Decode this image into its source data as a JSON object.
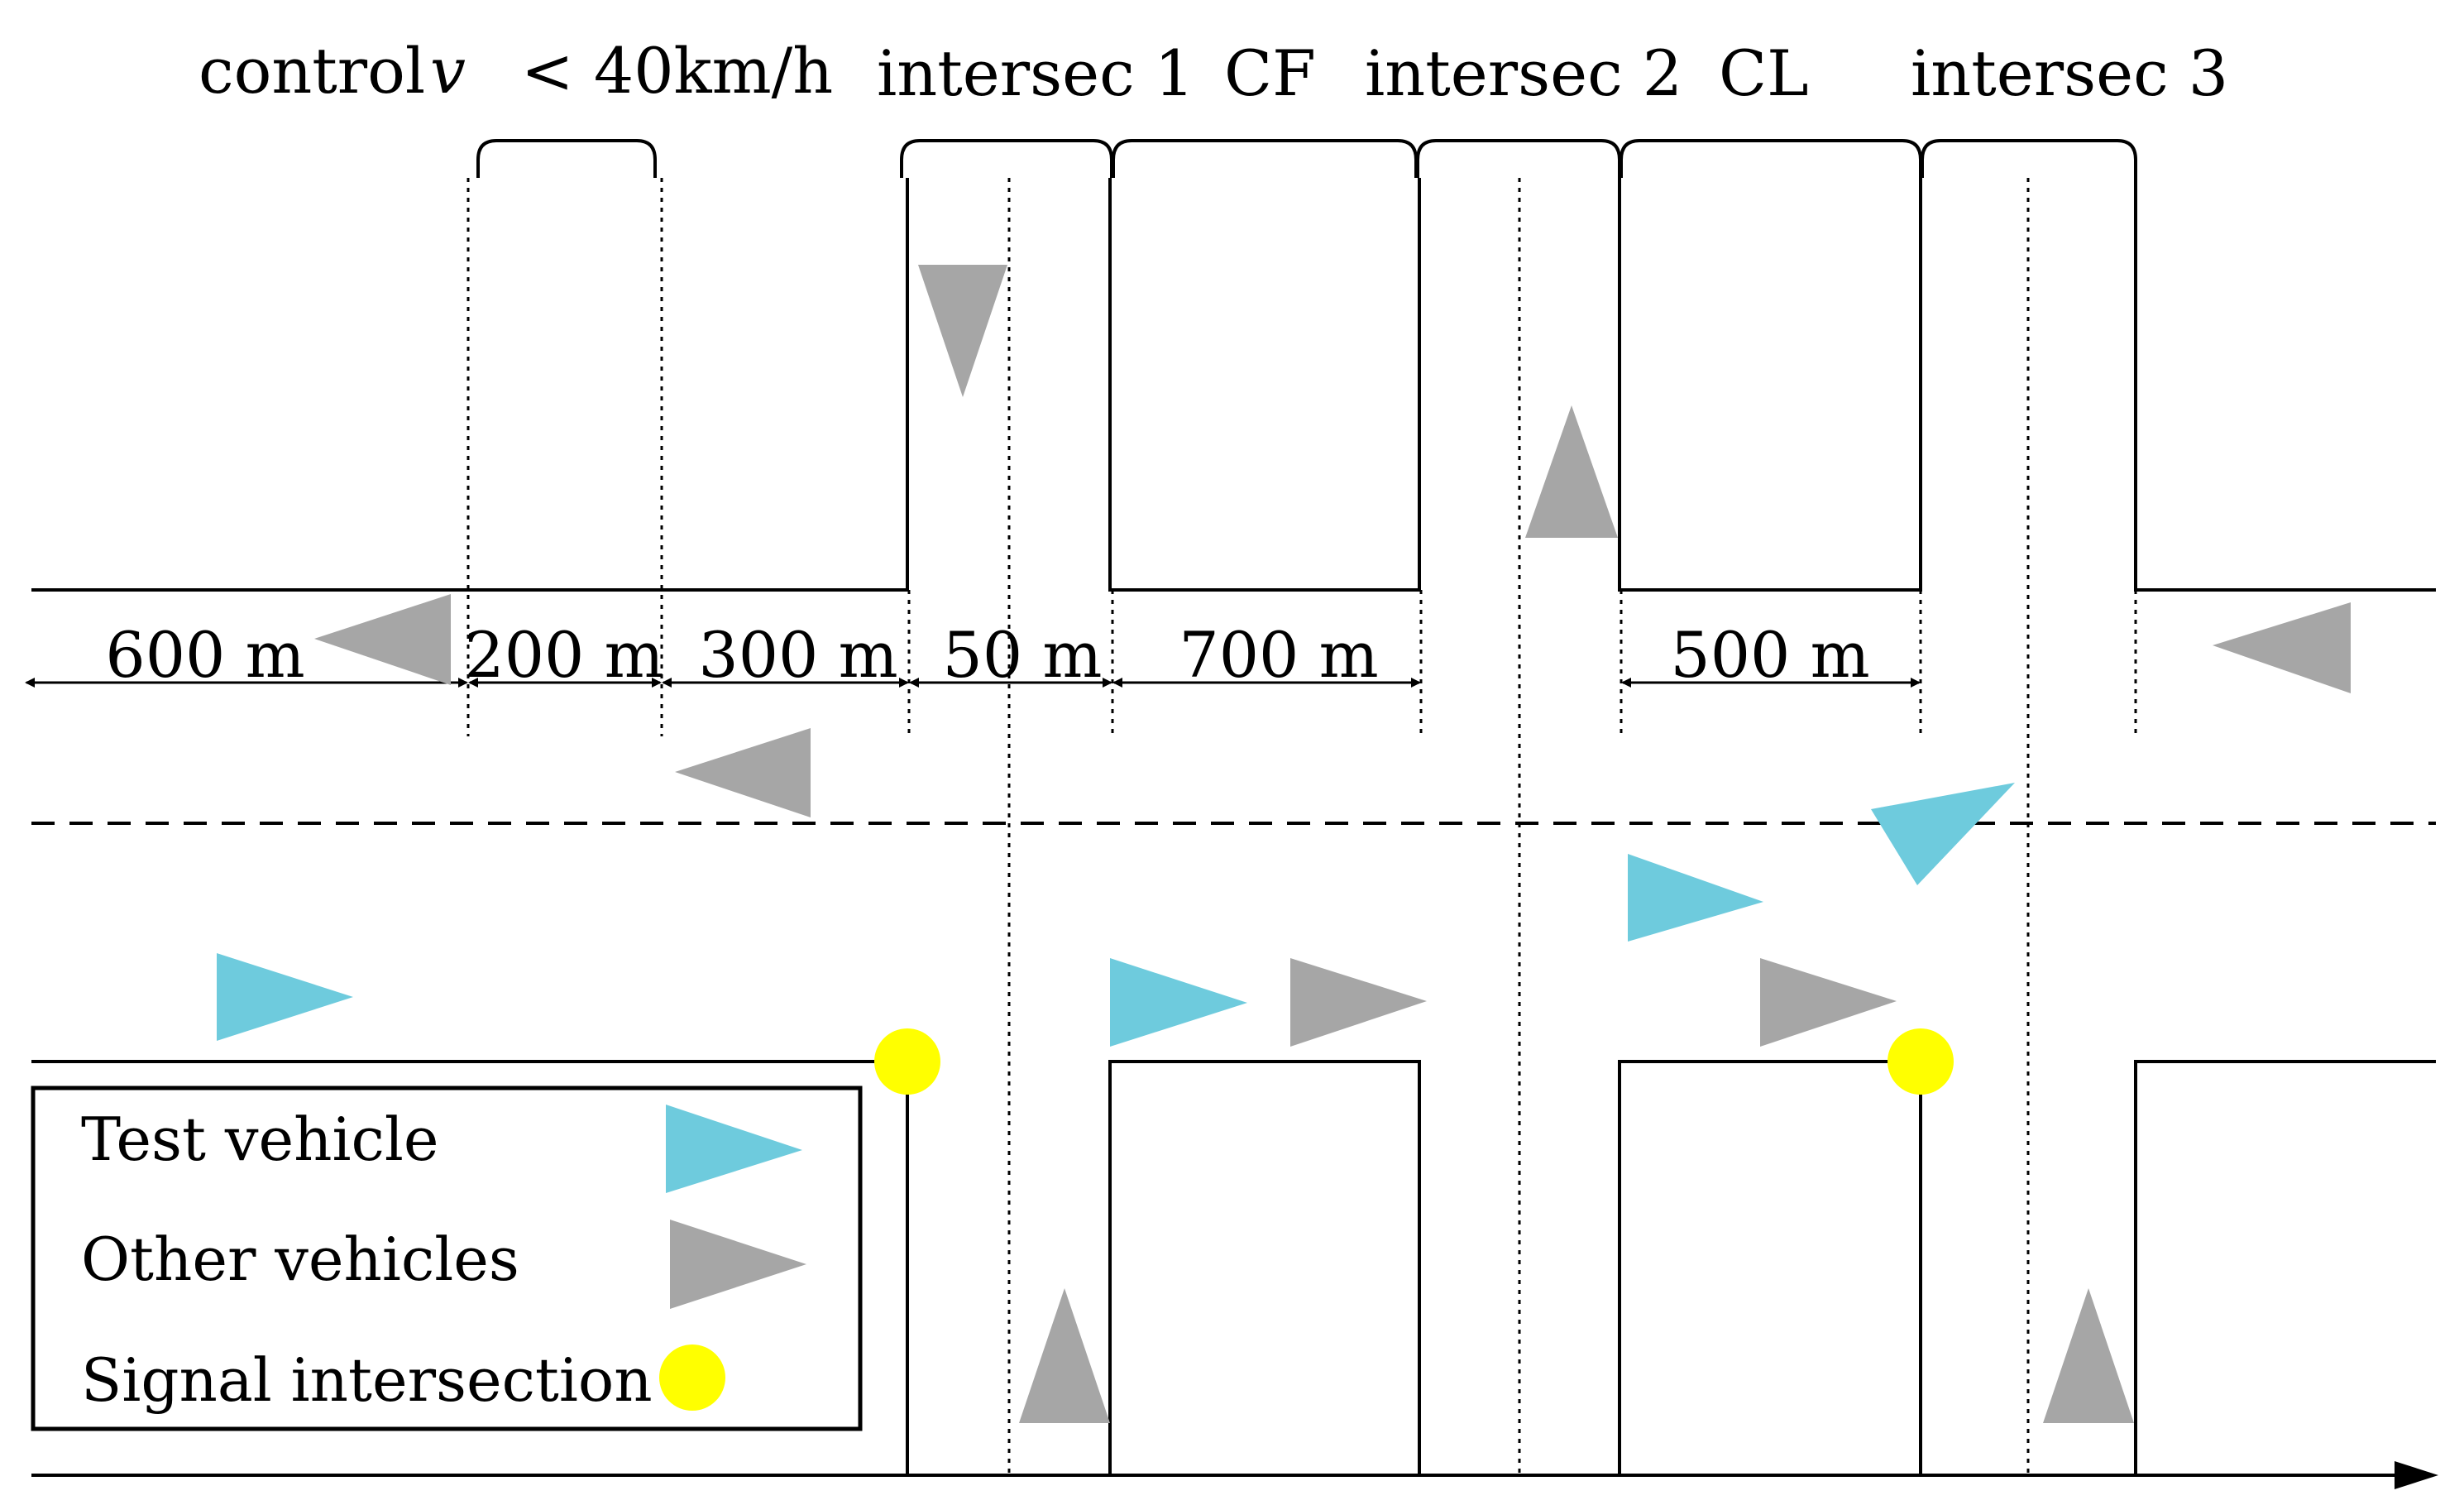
{
  "header": {
    "control_prefix": "control",
    "control_symbol": "v",
    "control_suffix": "< 40km/h",
    "intersec_1": "intersec 1",
    "mode_cf": "CF",
    "intersec_2": "intersec 2",
    "mode_cl": "CL",
    "intersec_3": "intersec 3"
  },
  "distances": [
    "600 m",
    "200 m",
    "300 m",
    "50 m",
    "700 m",
    "500 m"
  ],
  "legend": {
    "test_vehicle": "Test vehicle",
    "other_vehicles": "Other vehicles",
    "signal_intersection": "Signal intersection"
  },
  "colors": {
    "test_vehicle": "#6ecbdd",
    "other_vehicle": "#a6a6a6",
    "signal": "#ffff00"
  }
}
